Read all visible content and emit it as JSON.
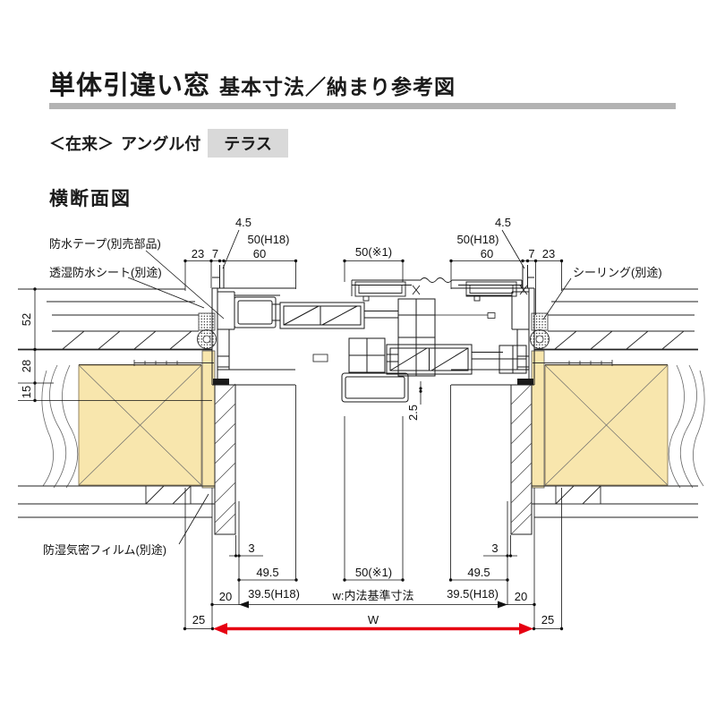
{
  "header": {
    "title_main": "単体引違い窓",
    "title_sub": "基本寸法／納まり参考図",
    "variant": "＜在来＞",
    "angle": "アングル付",
    "badge": "テラス"
  },
  "section": {
    "label": "横断面図"
  },
  "callouts": {
    "tape": "防水テープ(別売部品)",
    "sheet": "透湿防水シート(別途)",
    "sealing": "シーリング(別途)",
    "film": "防湿気密フィルム(別途)"
  },
  "dims": {
    "d23_left": "23",
    "d7_left": "7",
    "d45_left": "4.5",
    "d50h18_left": "50(H18)",
    "d60_left": "60",
    "d50s1_top": "50(※1)",
    "d50h18_right": "50(H18)",
    "d60_right": "60",
    "d45_right": "4.5",
    "d7_right": "7",
    "d23_right": "23",
    "v52": "52",
    "v28": "28",
    "v15": "15",
    "v25c": "2.5",
    "d3_left": "3",
    "d3_right": "3",
    "d495_left": "49.5",
    "d50s1_bottom": "50(※1)",
    "d495_right": "49.5",
    "d395_left": "39.5(H18)",
    "d395_right": "39.5(H18)",
    "d20_left": "20",
    "d20_right": "20",
    "w_naiho": "w:内法基準寸法",
    "d25_left": "25",
    "d25_right": "25",
    "w_label": "W"
  },
  "colors": {
    "accent_red": "#e60012",
    "wood_fill": "#f8e6ad",
    "badge_bg": "#d9d9d9",
    "rule_gray": "#b3b3b3"
  }
}
